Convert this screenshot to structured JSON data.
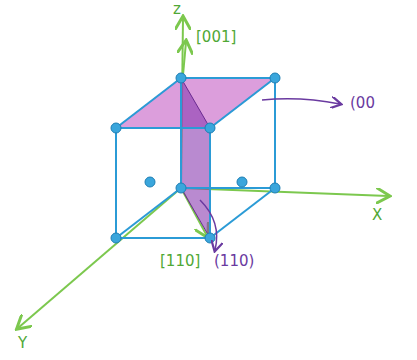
{
  "diagram": {
    "labels": [
      "z",
      "[001]",
      "(00",
      "X",
      "[110]",
      "(110)",
      "Y"
    ]
  }
}
